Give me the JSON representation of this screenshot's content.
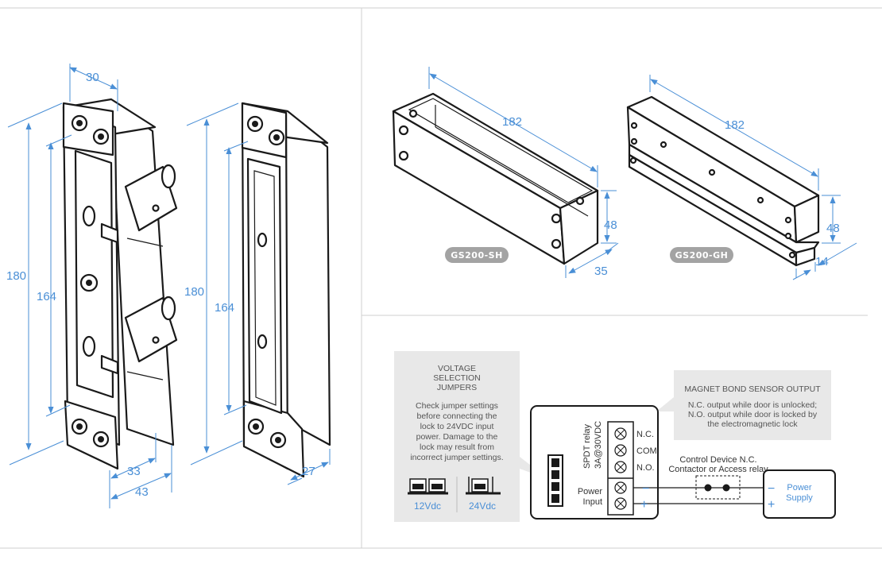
{
  "lock_dimensions": {
    "width": "30",
    "height_outer": "180",
    "height_inner": "164",
    "depth_a": "33",
    "depth_b": "43",
    "body_height_outer": "180",
    "body_height_inner": "164",
    "body_depth": "27"
  },
  "brackets": [
    {
      "model": "GS200-SH",
      "length": "182",
      "height": "48",
      "depth": "35"
    },
    {
      "model": "GS200-GH",
      "length": "182",
      "height": "48",
      "depth": "14"
    }
  ],
  "voltage": {
    "title_lines": [
      "VOLTAGE",
      "SELECTION",
      "JUMPERS"
    ],
    "note_lines": [
      "Check jumper settings",
      "before connecting the",
      "lock to 24VDC input",
      "power. Damage to the",
      "lock may result from",
      "incorrect jumper settings."
    ],
    "option_12": "12Vdc",
    "option_24": "24Vdc"
  },
  "sensor": {
    "title": "MAGNET BOND SENSOR OUTPUT",
    "note_lines": [
      "N.C. output while door is unlocked;",
      "N.O. output while door is locked by",
      "the electromagnetic lock"
    ]
  },
  "wiring": {
    "relay_line1": "SPDT relay",
    "relay_line2": "3A@30VDC",
    "terminals": [
      "N.C.",
      "COM",
      "N.O."
    ],
    "power_input_line1": "Power",
    "power_input_line2": "Input",
    "control_line1": "Control Device N.C.",
    "control_line2": "Contactor or Access relay",
    "minus": "−",
    "plus": "+",
    "supply_line1": "Power",
    "supply_line2": "Supply"
  },
  "colors": {
    "dimension": "#4a8fd6",
    "panel": "#e8e8e8",
    "pill": "#a3a3a3",
    "ink": "#1a1a1a"
  }
}
